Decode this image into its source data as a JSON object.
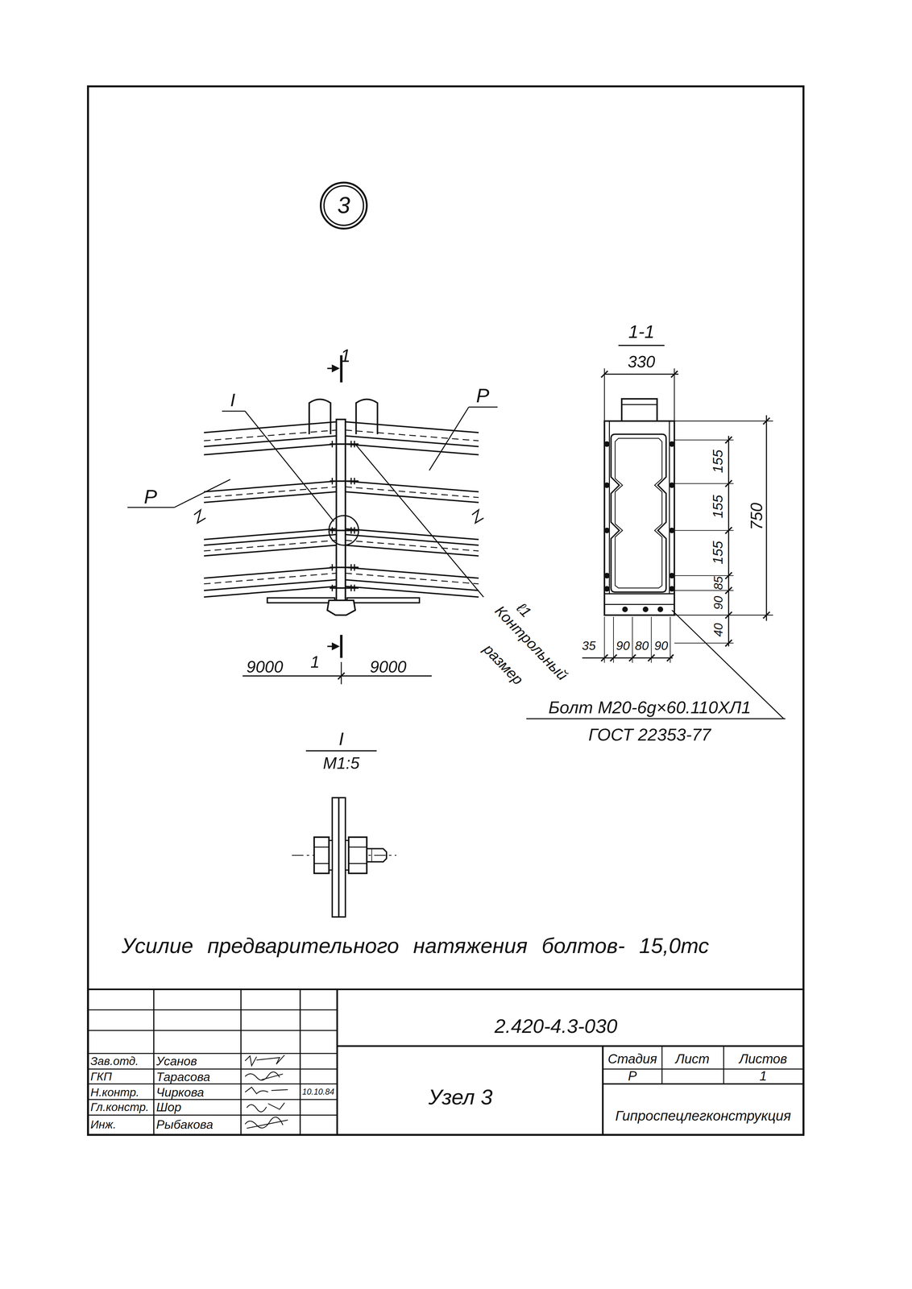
{
  "diagram": {
    "nodes": [
      {
        "text": [
          "3"
        ]
      }
    ],
    "labels": [
      "1",
      "I",
      "Р",
      "Р",
      "ℓ1",
      "Контрольный",
      "размер",
      "9000",
      "1",
      "9000",
      "1-1",
      "330",
      "155",
      "155",
      "155",
      "85",
      "90",
      "40",
      "750",
      "35",
      "90",
      "80",
      "90",
      "Болт М20-6g×60.110ХЛ1",
      "ГОСТ 22353-77",
      "I",
      "М1:5",
      "Усилие предварительного натяжения болтов- 15,0тс",
      "2.420-4.3-030",
      "Стадия",
      "Лист",
      "Листов",
      "Р",
      "1",
      "Узел 3",
      "Гипроспецлегконструкция",
      "Зав.отд.",
      "Усанов",
      "ГКП",
      "Тарасова",
      "Н.контр.",
      "Чиркова",
      "10.10.84",
      "Гл.констр.",
      "Шор",
      "Инж.",
      "Рыбакова"
    ]
  }
}
